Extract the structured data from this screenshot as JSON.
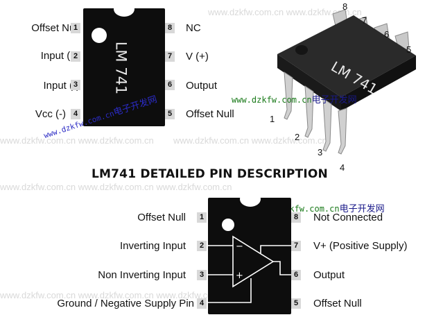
{
  "top": {
    "chip_label": "LM 741",
    "left_pins": [
      {
        "num": "1",
        "label": "Offset Null"
      },
      {
        "num": "2",
        "label": "Input (+)"
      },
      {
        "num": "3",
        "label": "Input (-)"
      },
      {
        "num": "4",
        "label": "Vcc (-)"
      }
    ],
    "right_pins": [
      {
        "num": "8",
        "label": "NC"
      },
      {
        "num": "7",
        "label": "V (+)"
      },
      {
        "num": "6",
        "label": "Output"
      },
      {
        "num": "5",
        "label": "Offset Null"
      }
    ]
  },
  "photo": {
    "chip_label": "LM 741",
    "pin_numbers": [
      "1",
      "2",
      "3",
      "4",
      "5",
      "6",
      "7",
      "8"
    ]
  },
  "heading": "LM741 DETAILED PIN DESCRIPTION",
  "bottom": {
    "left_pins": [
      {
        "num": "1",
        "label": "Offset Null"
      },
      {
        "num": "2",
        "label": "Inverting Input"
      },
      {
        "num": "3",
        "label": "Non Inverting Input"
      },
      {
        "num": "4",
        "label": "Ground / Negative Supply Pin"
      }
    ],
    "right_pins": [
      {
        "num": "8",
        "label": "Not Connected"
      },
      {
        "num": "7",
        "label": "V+ (Positive Supply)"
      },
      {
        "num": "6",
        "label": "Output"
      },
      {
        "num": "5",
        "label": "Offset Null"
      }
    ],
    "opamp_minus": "−",
    "opamp_plus": "+"
  },
  "watermarks": {
    "site_a": "www.dzkfw.com.cn",
    "site_a_cn": "电子开发网",
    "site_b": "www.dzkfw.com.cn",
    "site_b_cn": "电子开发网",
    "site_c": "www.dzkfw.com.cn",
    "site_c_cn": "电子开发网"
  },
  "colors": {
    "chip": "#0d0d0d",
    "pin_box": "#d8d8d8",
    "watermark_green": "#1a7a1a",
    "watermark_blue": "#2b2bc4"
  }
}
